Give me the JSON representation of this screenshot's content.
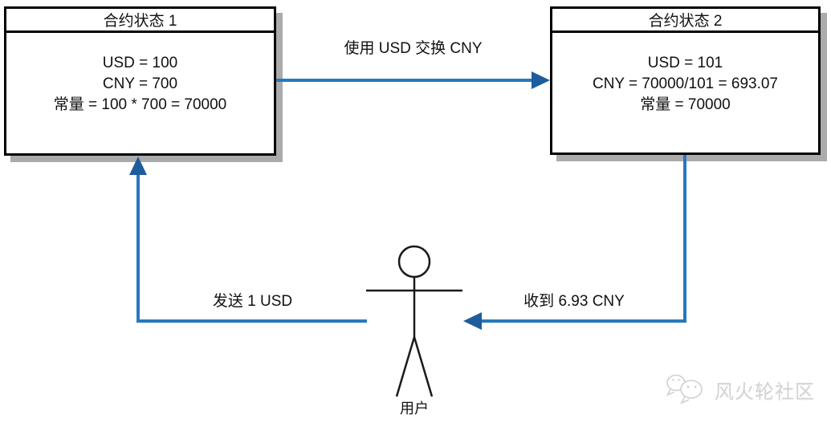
{
  "diagram": {
    "box1": {
      "title": "合约状态 1",
      "lines": [
        "USD = 100",
        "CNY = 700",
        "常量 = 100 * 700 = 70000"
      ]
    },
    "box2": {
      "title": "合约状态 2",
      "lines": [
        "USD = 101",
        "CNY = 70000/101 = 693.07",
        "常量 = 70000"
      ]
    },
    "edges": {
      "swap_label": "使用 USD 交换 CNY",
      "send_label": "发送 1 USD",
      "receive_label": "收到 6.93 CNY"
    },
    "actor": {
      "label": "用户",
      "icon": "stick-figure-icon"
    }
  },
  "watermark": {
    "text": "风火轮社区",
    "icon": "wechat-icon"
  },
  "colors": {
    "arrow_line": "#2878BB",
    "arrow_head": "#1F5C9C",
    "box_border": "#000000",
    "box_shadow": "#ABABAB",
    "figure_stroke": "#1A1A1A",
    "watermark_gray": "#D4D4D4",
    "background": "#FFFFFF"
  }
}
